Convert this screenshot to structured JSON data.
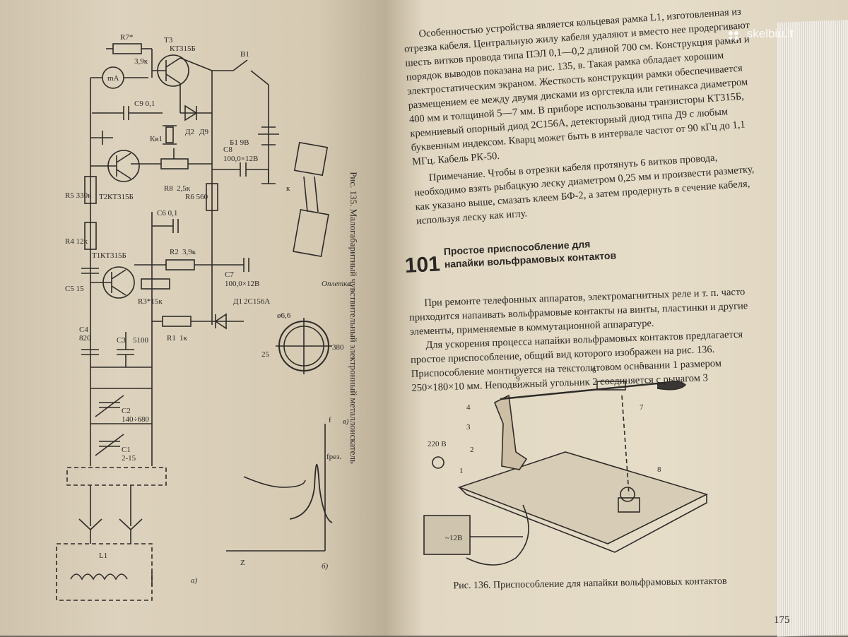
{
  "left_page": {
    "figure_caption": "Рис. 135. Малогабаритный чувствительный электронный металлоискатель",
    "diagram_labels": {
      "mA": "mA",
      "R7": "R7*",
      "R7v": "3,9к",
      "T3": "T3",
      "T3v": "КТ315Б",
      "B1": "В1",
      "C9": "C9 0,1",
      "Kv1": "Кв1",
      "D2": "Д2",
      "D2v": "Д9",
      "B1bat": "Б1 9В",
      "R5": "R5 330к",
      "T2": "T2",
      "T2v": "КТ315Б",
      "R8": "R8",
      "R8v": "2,5к",
      "C8": "C8",
      "C8v": "100,0×12В",
      "R6": "R6 560",
      "R4": "R4 12к",
      "C6": "C6 0,1",
      "R2": "R2",
      "R2v": "3,9к",
      "C7": "C7",
      "C7v": "100,0×12В",
      "T1": "T1",
      "T1v": "КТ315Б",
      "C5": "C5 15",
      "R3": "R3*15к",
      "D1": "Д1",
      "D1v": "2С156А",
      "R1": "R1",
      "R1v": "1к",
      "C4": "C4",
      "C4v": "820",
      "C3": "C3",
      "C3v": "5100",
      "C2": "C2",
      "C2v": "140÷680",
      "C1": "C1",
      "C1v": "2-15",
      "L1": "L1",
      "label_a": "а)",
      "label_b": "б)",
      "label_v": "в)",
      "Z": "Z",
      "f": "f",
      "fres": "fрез.",
      "d6": "ø6,6",
      "d25": "25",
      "d380": "380",
      "braid": "Оплетка",
      "k": "к"
    }
  },
  "right_page": {
    "para1": "Особенностью устройства является кольцевая рамка L1, изготовленная из отрезка кабеля. Центральную жилу кабеля удаляют и вместо нее продергивают шесть витков провода типа ПЭЛ 0,1—0,2 длиной 700 см. Конструкция рамки и порядок выводов показана на рис. 135, в. Такая рамка обладает хорошим электростатическим экраном. Жесткость конструкции рамки обеспечивается размещением ее между двумя дисками из оргстекла или гетинакса диаметром 400 мм и толщиной 5—7 мм. В приборе использованы транзисторы КТ315Б, кремниевый опорный диод 2С156А, детекторный диод типа Д9 с любым буквенным индексом. Кварц может быть в интервале частот от 90 кГц до 1,1 МГц. Кабель РК-50.",
    "note": "Примечание. Чтобы в отрезки кабеля протянуть 6 витков провода, необходимо взять рыбацкую леску диаметром 0,25 мм и произвести разметку, как указано выше, смазать клеем БФ-2, а затем продернуть в сечение кабеля, используя леску как иглу.",
    "section_number": "101",
    "section_title": "Простое приспособление для напайки вольфрамовых контактов",
    "para2": "При ремонте телефонных аппаратов, электромагнитных реле и т. п. часто приходится напаивать вольфрамовые контакты на винты, пластинки и другие элементы, применяемые в коммутационной аппаратуре.",
    "para3": "Для ускорения процесса напайки вольфрамовых контактов предлагается простое приспособление, общий вид которого изображен на рис. 136. Приспособление монтируется на текстолитовом основании 1 размером 250×180×10 мм. Неподвижный угольник 2 соединяется с рычагом 3",
    "figure_caption": "Рис. 136. Приспособление для напайки вольфрамовых контактов",
    "fig_labels": {
      "n1": "1",
      "n2": "2",
      "n3": "3",
      "n4": "4",
      "n5": "5",
      "n6": "6",
      "n7": "7",
      "n8": "8",
      "n9": "9",
      "v220": "220 В",
      "v12": "~12В"
    },
    "page_number": "175"
  },
  "watermark": "skelbiu.lt"
}
